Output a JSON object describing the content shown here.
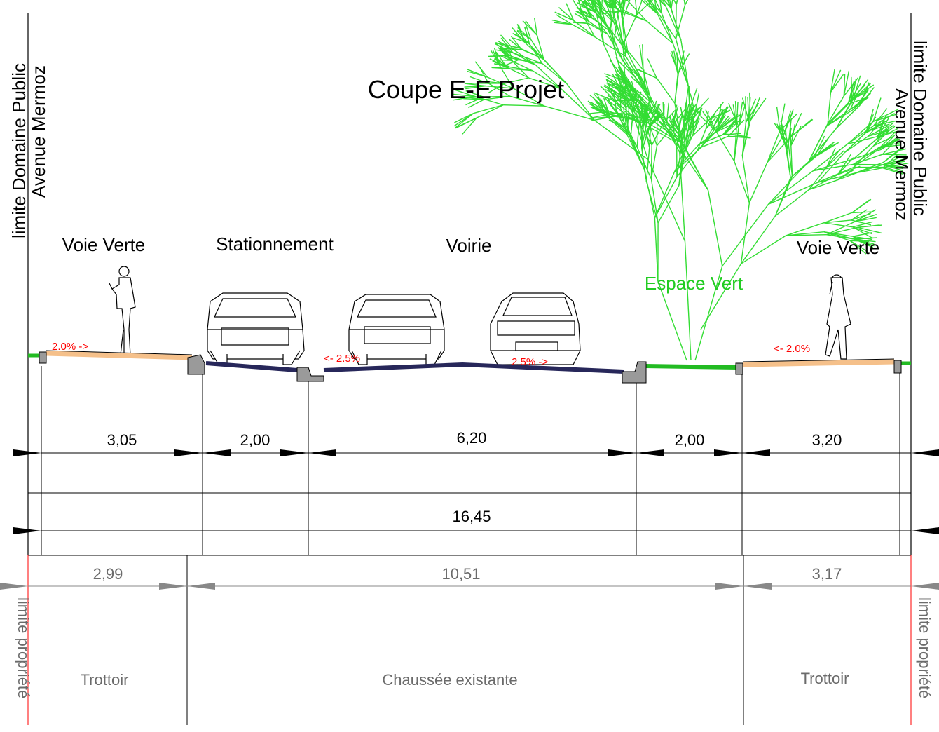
{
  "title": "Coupe E-E Projet",
  "boundaries": {
    "public_left_line1": "limite Domaine Public",
    "public_left_line2": "Avenue Mermoz",
    "public_right_line1": "limite Domaine Public",
    "public_right_line2": "Avenue Mermoz",
    "property_left": "limite propriété",
    "property_right": "limite propriété"
  },
  "zones": {
    "voie_verte_left": "Voie Verte",
    "stationnement": "Stationnement",
    "voirie": "Voirie",
    "espace_vert": "Espace Vert",
    "voie_verte_right": "Voie Verte"
  },
  "slopes": {
    "left_path": "2.0% ->",
    "road_left": "<- 2.5%",
    "road_right": "2.5% ->",
    "right_path": "<- 2.0%"
  },
  "dimensions_project": {
    "voie_verte_left": "3,05",
    "stationnement": "2,00",
    "voirie": "6,20",
    "espace_vert": "2,00",
    "voie_verte_right": "3,20",
    "total": "16,45"
  },
  "dimensions_existing": {
    "trottoir_left": "2,99",
    "chaussee": "10,51",
    "trottoir_right": "3,17"
  },
  "existing_labels": {
    "trottoir_left": "Trottoir",
    "chaussee": "Chaussée existante",
    "trottoir_right": "Trottoir"
  },
  "colors": {
    "voie_verte_surface": "#f5c08a",
    "roadway_surface": "#27275a",
    "green_space": "#22bb22",
    "tree": "#33dd33",
    "slope_text": "#ff0000",
    "existing_text": "#6b6b6b",
    "property_limit": "#ff0000",
    "curb": "#9a9a9a"
  }
}
